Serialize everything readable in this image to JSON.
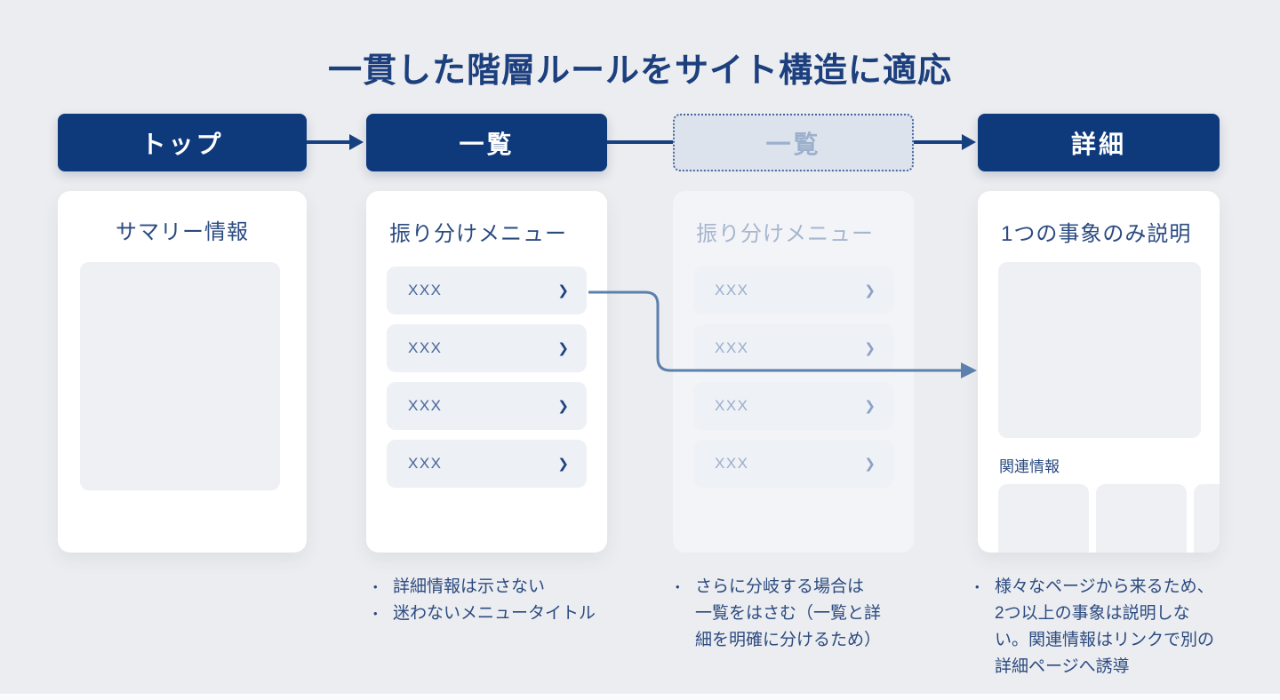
{
  "title": "一貫した階層ルールをサイト構造に適応",
  "icons": {
    "chevron_right": "❯",
    "bullet": "•"
  },
  "colors": {
    "navy": "#0e3a7c",
    "accent_text": "#2b4b80",
    "ghost_text": "#9cb0cd",
    "connector": "#5b80ae",
    "page_bg": "#ecedf0"
  },
  "flow": {
    "steps": [
      {
        "label": "トップ",
        "variant": "solid"
      },
      {
        "label": "一覧",
        "variant": "solid"
      },
      {
        "label": "一覧",
        "variant": "ghost"
      },
      {
        "label": "詳細",
        "variant": "solid"
      }
    ]
  },
  "columns": {
    "top": {
      "card_title": "サマリー情報"
    },
    "list": {
      "card_title": "振り分けメニュー",
      "menu_items": [
        "XXX",
        "XXX",
        "XXX",
        "XXX"
      ]
    },
    "list_ghost": {
      "card_title": "振り分けメニュー",
      "menu_items": [
        "XXX",
        "XXX",
        "XXX",
        "XXX"
      ]
    },
    "detail": {
      "card_title": "1つの事象のみ説明",
      "related_label": "関連情報"
    }
  },
  "notes": {
    "list": [
      "詳細情報は示さない",
      "迷わないメニュータイトル"
    ],
    "list_ghost": [
      "さらに分岐する場合は\n一覧をはさむ（一覧と詳\n細を明確に分けるため）"
    ],
    "detail": [
      "様々なページから来るため、\n2つ以上の事象は説明しな\nい。関連情報はリンクで別の\n詳細ページへ誘導"
    ]
  }
}
